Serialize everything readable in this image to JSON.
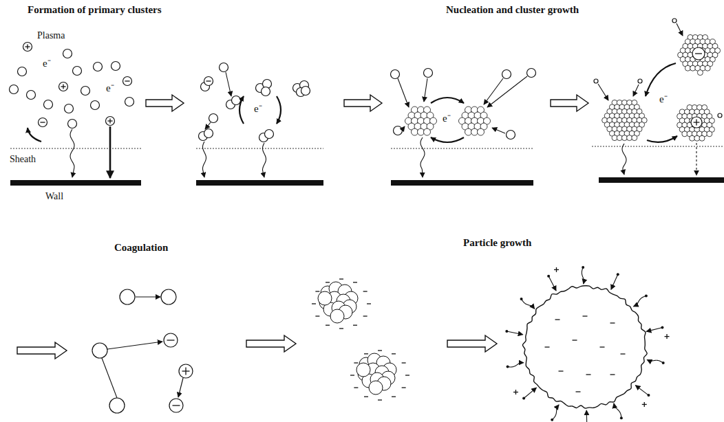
{
  "diagram": {
    "labels": [
      "Formation of primary clusters",
      "Nucleation and cluster growth",
      "Plasma",
      "e⁻",
      "e⁻",
      "Sheath",
      "Wall",
      "e⁻",
      "e⁻",
      "e⁻",
      "Coagulation",
      "Particle growth"
    ]
  }
}
